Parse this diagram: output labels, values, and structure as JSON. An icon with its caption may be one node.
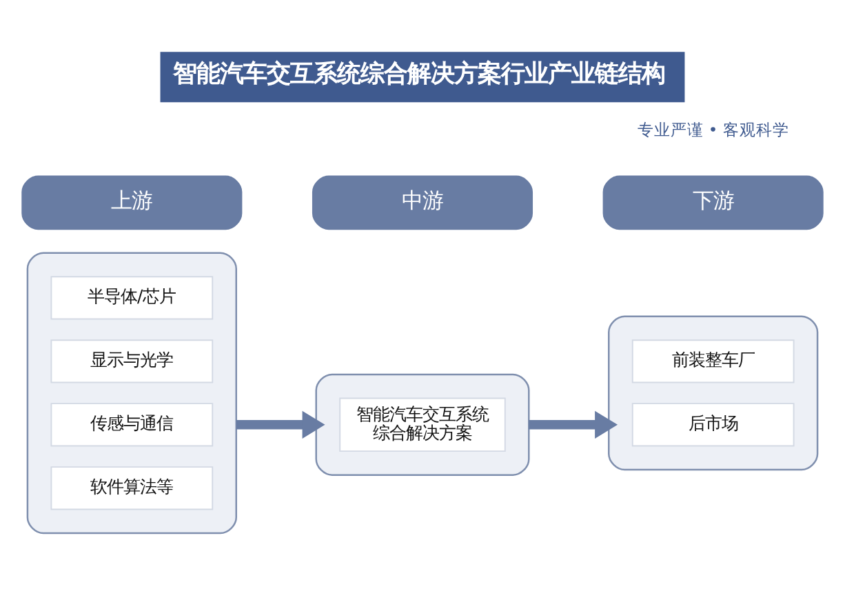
{
  "diagram": {
    "title": "智能汽车交互系统综合解决方案行业产业链结构",
    "nodes": [
      {
        "text": [
          "上游"
        ]
      },
      {
        "text": [
          "中游"
        ]
      },
      {
        "text": [
          "下游"
        ]
      },
      {
        "text": [],
        "shape": "box"
      },
      {
        "text": [
          "半导体/芯片"
        ],
        "in": 3
      },
      {
        "text": [
          "显示与光学"
        ],
        "in": 3
      },
      {
        "text": [
          "传感与通信"
        ],
        "in": 3
      },
      {
        "text": [
          "软件算法等"
        ],
        "in": 3
      },
      {
        "text": [],
        "shape": "box"
      },
      {
        "text": [
          "智能汽车交互系统综合解决方案"
        ],
        "in": 8
      },
      {
        "text": [],
        "shape": "box"
      },
      {
        "text": [
          "前装整车厂"
        ],
        "in": 10
      },
      {
        "text": [
          "后市场"
        ],
        "in": 10
      }
    ],
    "edges": [
      {
        "from": 3,
        "to": 8,
        "arrow": "to"
      },
      {
        "from": 8,
        "to": 10,
        "arrow": "to"
      }
    ],
    "labels": [
      "专业严谨 • 客观科学"
    ]
  }
}
